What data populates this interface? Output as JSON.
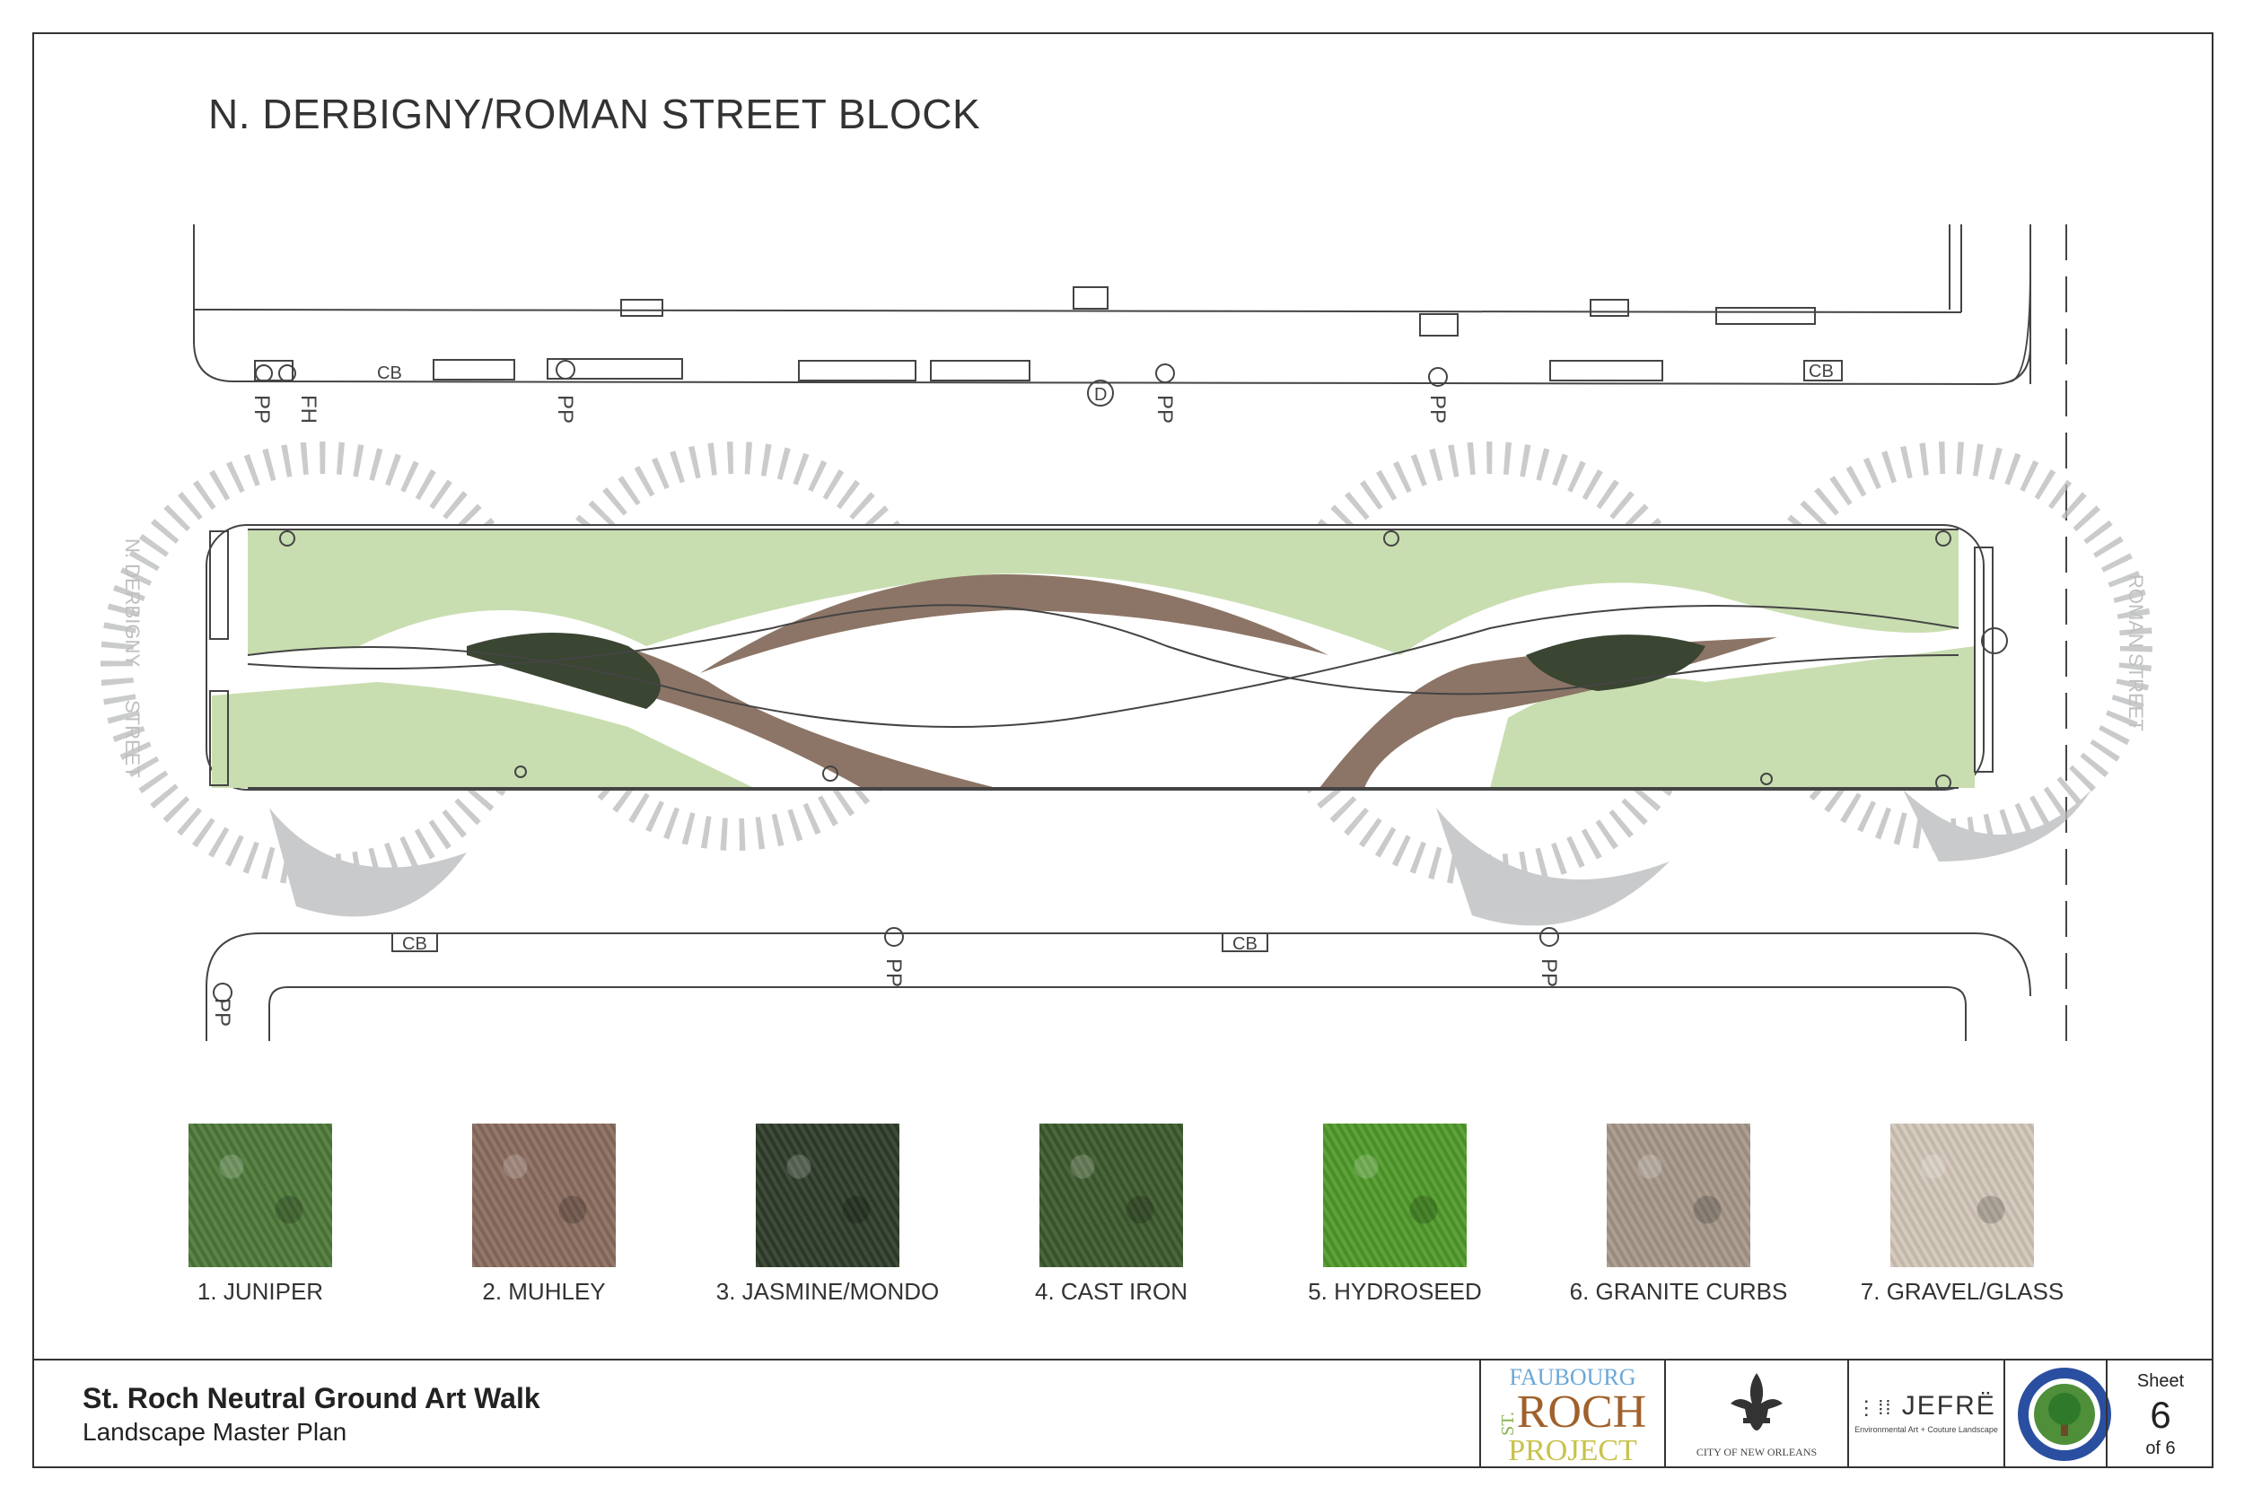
{
  "title": "N. DERBIGNY/ROMAN STREET BLOCK",
  "plan_labels": {
    "cb": "CB",
    "pp": "PP",
    "fh": "FH",
    "d": "D",
    "derbigny": "N. DERBIGNY",
    "street_left": "STREET",
    "roman": "ROMAN STREET"
  },
  "colors": {
    "lawn": "#c9deb0",
    "muhley": "#8c7566",
    "tree": "#b7b9bb",
    "line": "#444444"
  },
  "materials": [
    {
      "label": "1. JUNIPER",
      "color": "#4e7a3a"
    },
    {
      "label": "2. MUHLEY",
      "color": "#8a6d5e"
    },
    {
      "label": "3. JASMINE/MONDO",
      "color": "#2f3d2a"
    },
    {
      "label": "4. CAST IRON",
      "color": "#3d5a2e"
    },
    {
      "label": "5. HYDROSEED",
      "color": "#4f9a2a"
    },
    {
      "label": "6. GRANITE CURBS",
      "color": "#a6988a"
    },
    {
      "label": "7. GRAVEL/GLASS",
      "color": "#d2c7b8"
    }
  ],
  "footer": {
    "project_title": "St. Roch Neutral Ground Art Walk",
    "subtitle": "Landscape Master Plan",
    "logo1_lines": [
      "FAUBOURG",
      "ST.",
      "ROCH",
      "PROJECT"
    ],
    "logo2_caption": "CITY OF NEW ORLEANS",
    "logo3_name": "JEFRË",
    "logo3_caption": "Environmental Art + Couture Landscape",
    "sheet_label": "Sheet",
    "sheet_number": "6",
    "sheet_of": "of 6"
  }
}
